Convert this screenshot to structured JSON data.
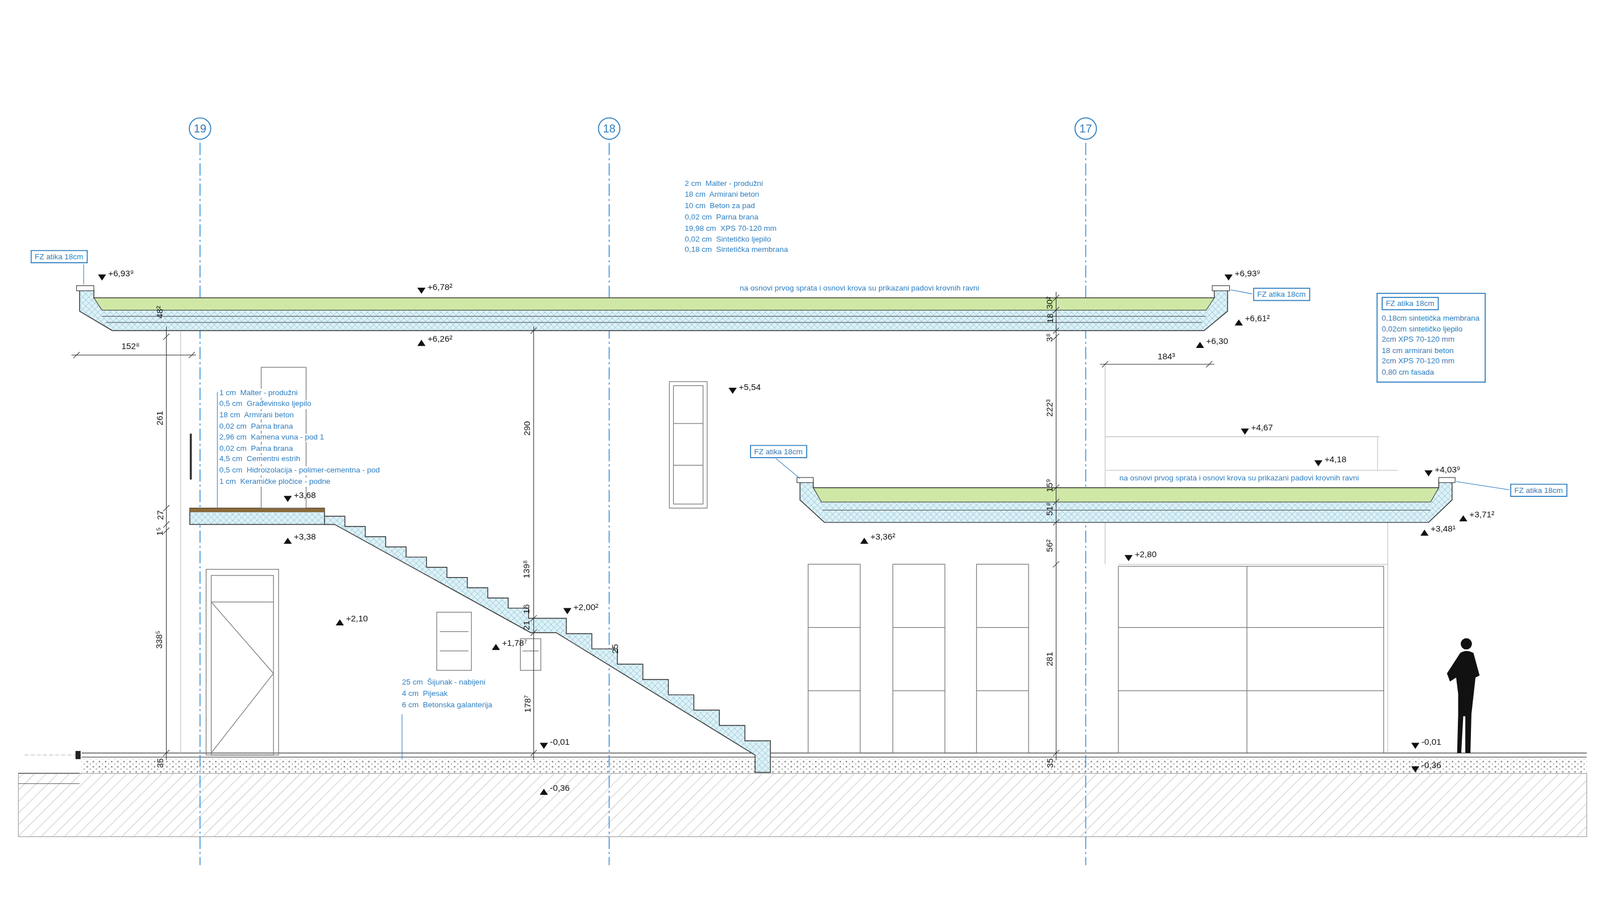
{
  "diagram": {
    "nodes": [
      {
        "text": [
          "19"
        ]
      },
      {
        "text": [
          "18"
        ]
      },
      {
        "text": [
          "17"
        ]
      },
      {
        "text": [
          "FZ atika 18cm"
        ]
      },
      {
        "text": [
          "FZ atika 18cm"
        ]
      },
      {
        "text": [
          "FZ atika 18cm"
        ]
      },
      {
        "text": [
          "FZ atika 18cm"
        ]
      },
      {
        "text": [
          "0,18cm sintetička membrana",
          "0,02cm sintetičko ljepilo",
          "2cm XPS 70-120 mm",
          "18 cm armirani beton",
          "2cm XPS 70-120 mm",
          "0,80 cm fasada"
        ]
      },
      {
        "text": [
          "FZ atika 18cm"
        ],
        "in": 7
      }
    ],
    "labels": [
      "+6,93⁹",
      "+6,78²",
      "+6,26²",
      "+6,93⁹",
      "+6,61²",
      "+6,30",
      "+5,54",
      "+4,67",
      "+4,18",
      "+4,03⁹",
      "+3,71²",
      "+3,48¹",
      "+3,36²",
      "+3,68",
      "+3,38",
      "+2,80",
      "+2,10",
      "+2,00²",
      "+1,78⁷",
      "-0,01",
      "-0,36",
      "-0,01",
      "-0,36",
      "152⁸",
      "184³",
      "48²",
      "261",
      "27",
      "1⁵",
      "338⁵",
      "35",
      "290",
      "139⁸",
      "16",
      "21",
      "25",
      "178⁷",
      "18",
      "30²",
      "3⁸",
      "222³",
      "15⁹",
      "51⁸",
      "56²",
      "281",
      "35",
      "na osnovi prvog sprata i osnovi krova su prikazani padovi krovnih ravni",
      "na osnovi prvog sprata i osnovi krova su prikazani padovi krovnih ravni",
      "2 cm  Malter - produžni",
      "18 cm  Armirani beton",
      "10 cm  Beton za pad",
      "0,02 cm  Parna brana",
      "19,98 cm  XPS 70-120 mm",
      "0,02 cm  Sintetičko ljepilo",
      "0,18 cm  Sintetička membrana",
      "1 cm  Malter - produžni",
      "0,5 cm  Građevinsko ljepilo",
      "18 cm  Armirani beton",
      "0,02 cm  Parna brana",
      "2,96 cm  Kamena vuna - pod 1",
      "0,02 cm  Parna brana",
      "4,5 cm  Cementni estrih",
      "0,5 cm  Hidroizolacija - polimer-cementna - pod",
      "1 cm  Keramičke pločice - podne",
      "25 cm  Šijunak - nabijeni",
      "4 cm  Pijesak",
      "6 cm  Betonska galanterija"
    ]
  }
}
